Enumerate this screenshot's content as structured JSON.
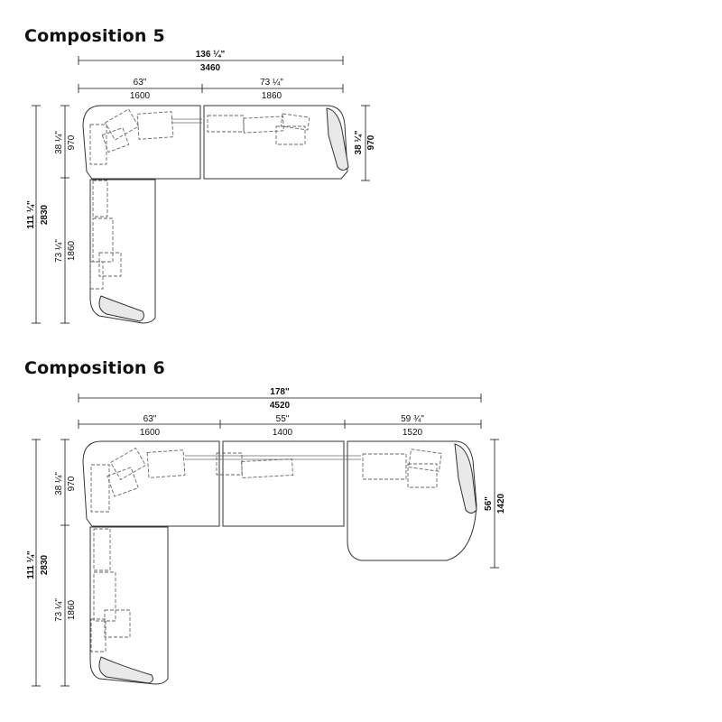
{
  "compositions": [
    {
      "title": "Composition 5",
      "total_width": {
        "in": "136 ¼\"",
        "mm": "3460"
      },
      "segments": [
        {
          "in": "63\"",
          "mm": "1600"
        },
        {
          "in": "73 ¼\"",
          "mm": "1860"
        }
      ],
      "left_depth": {
        "in": "38 ¼\"",
        "mm": "970"
      },
      "right_depth": {
        "in": "38 ¼\"",
        "mm": "970"
      },
      "total_height": {
        "in": "111 ¼\"",
        "mm": "2830"
      },
      "lower_segment": {
        "in": "73 ¼\"",
        "mm": "1860"
      }
    },
    {
      "title": "Composition 6",
      "total_width": {
        "in": "178\"",
        "mm": "4520"
      },
      "segments": [
        {
          "in": "63\"",
          "mm": "1600"
        },
        {
          "in": "55\"",
          "mm": "1400"
        },
        {
          "in": "59 ¾\"",
          "mm": "1520"
        }
      ],
      "left_depth": {
        "in": "38 ¼\"",
        "mm": "970"
      },
      "right_depth": {
        "in": "56\"",
        "mm": "1420"
      },
      "total_height": {
        "in": "111 ¼\"",
        "mm": "2830"
      },
      "lower_segment": {
        "in": "73 ¼\"",
        "mm": "1860"
      }
    }
  ]
}
